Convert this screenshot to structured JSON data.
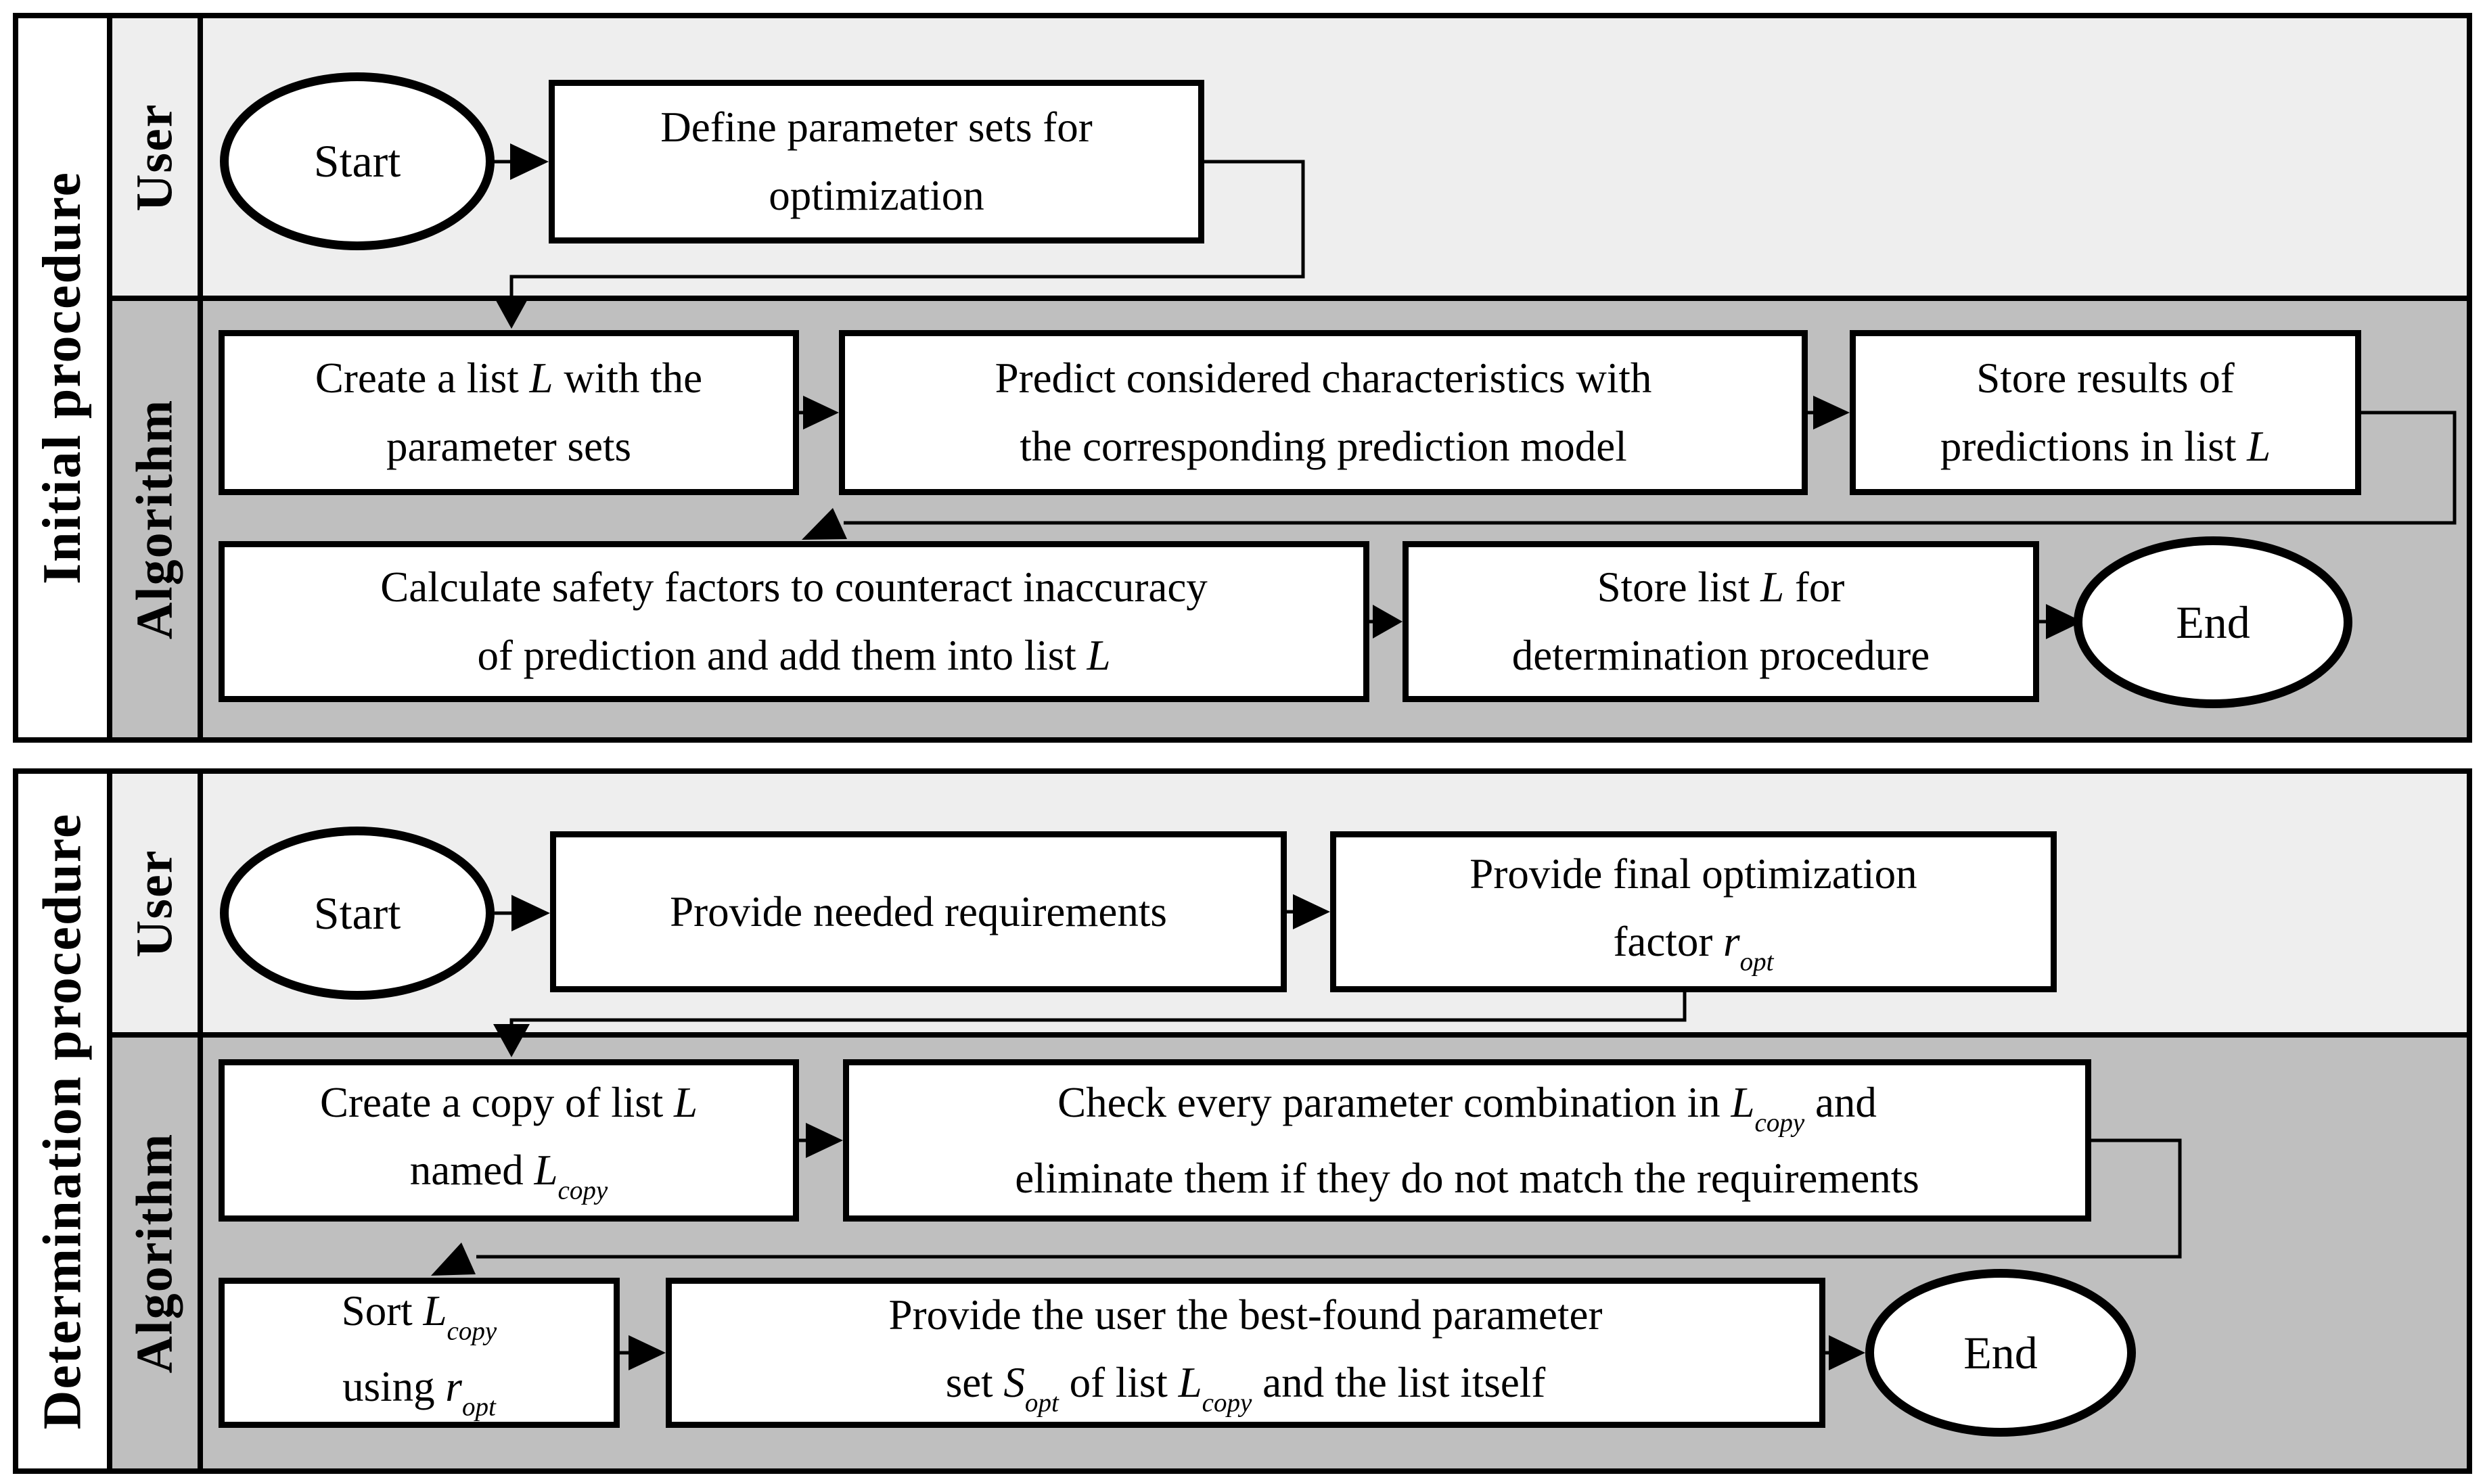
{
  "colors": {
    "user_lane": "#eeeeee",
    "algorithm_lane": "#bfbfbf",
    "node_fill": "#ffffff",
    "line": "#000000"
  },
  "d1": {
    "title": "Initial procedure",
    "lanes": {
      "user": "User",
      "algorithm": "Algorithm"
    },
    "start": "Start",
    "end": "End",
    "boxes": {
      "define": [
        [
          {
            "t": "Define parameter sets for"
          }
        ],
        [
          {
            "t": "optimization"
          }
        ]
      ],
      "create_list": [
        [
          {
            "t": "Create a list "
          },
          {
            "t": "L",
            "i": true
          },
          {
            "t": " with the"
          }
        ],
        [
          {
            "t": "parameter sets"
          }
        ]
      ],
      "predict": [
        [
          {
            "t": "Predict considered characteristics with"
          }
        ],
        [
          {
            "t": "the corresponding prediction model"
          }
        ]
      ],
      "store_results": [
        [
          {
            "t": "Store results of"
          }
        ],
        [
          {
            "t": "predictions in list "
          },
          {
            "t": "L",
            "i": true
          }
        ]
      ],
      "calculate": [
        [
          {
            "t": "Calculate safety factors to counteract inaccuracy"
          }
        ],
        [
          {
            "t": "of prediction and add them into list "
          },
          {
            "t": "L",
            "i": true
          }
        ]
      ],
      "store_list": [
        [
          {
            "t": "Store list "
          },
          {
            "t": "L",
            "i": true
          },
          {
            "t": " for"
          }
        ],
        [
          {
            "t": "determination procedure"
          }
        ]
      ]
    }
  },
  "d2": {
    "title": "Determination procedure",
    "lanes": {
      "user": "User",
      "algorithm": "Algorithm"
    },
    "start": "Start",
    "end": "End",
    "boxes": {
      "provide_requirements": [
        [
          {
            "t": "Provide needed requirements"
          }
        ]
      ],
      "provide_factor": [
        [
          {
            "t": "Provide final optimization"
          }
        ],
        [
          {
            "t": "factor "
          },
          {
            "t": "r",
            "i": true
          },
          {
            "t": "opt",
            "sub": true
          }
        ]
      ],
      "create_copy": [
        [
          {
            "t": "Create a copy of list "
          },
          {
            "t": "L",
            "i": true
          }
        ],
        [
          {
            "t": "named "
          },
          {
            "t": "L",
            "i": true
          },
          {
            "t": "copy",
            "sub": true
          }
        ]
      ],
      "check": [
        [
          {
            "t": "Check every parameter combination in "
          },
          {
            "t": "L",
            "i": true
          },
          {
            "t": "copy",
            "sub": true
          },
          {
            "t": " and"
          }
        ],
        [
          {
            "t": "eliminate them if they do not match the requirements"
          }
        ]
      ],
      "sort": [
        [
          {
            "t": "Sort "
          },
          {
            "t": "L",
            "i": true
          },
          {
            "t": "copy",
            "sub": true
          }
        ],
        [
          {
            "t": "using "
          },
          {
            "t": "r",
            "i": true
          },
          {
            "t": "opt",
            "sub": true
          }
        ]
      ],
      "provide_best": [
        [
          {
            "t": "Provide the user the best-found parameter"
          }
        ],
        [
          {
            "t": "set "
          },
          {
            "t": "S",
            "i": true
          },
          {
            "t": "opt",
            "sub": true
          },
          {
            "t": " of list "
          },
          {
            "t": "L",
            "i": true
          },
          {
            "t": "copy",
            "sub": true
          },
          {
            "t": " and the list itself"
          }
        ]
      ]
    }
  }
}
